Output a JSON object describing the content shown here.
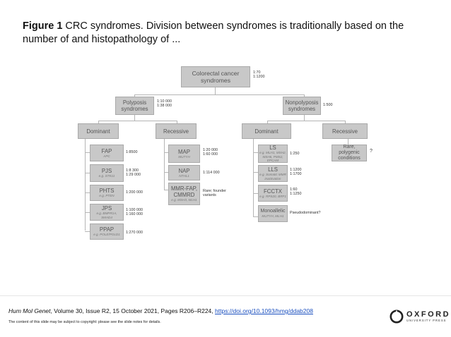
{
  "caption": {
    "label": "Figure 1",
    "text": " CRC syndromes. Division between syndromes is traditionally based on the number of and histopathology of ..."
  },
  "diagram": {
    "root": {
      "label_line1": "Colorectal cancer",
      "label_line2": "syndromes",
      "freq_line1": "1:70",
      "freq_line2": "1:1200"
    },
    "polyposis": {
      "label_line1": "Polyposis",
      "label_line2": "syndromes",
      "freq_line1": "1:10 000",
      "freq_line2": "1:38 000"
    },
    "nonpolyposis": {
      "label_line1": "Nonpolyposis",
      "label_line2": "syndromes",
      "freq_line1": "1:500"
    },
    "poly_dominant": {
      "label": "Dominant"
    },
    "poly_recessive": {
      "label": "Recessive"
    },
    "non_dominant": {
      "label": "Dominant"
    },
    "non_recessive": {
      "label": "Recessive"
    },
    "poly_dominant_items": [
      {
        "name": "FAP",
        "genes": "APC",
        "freq_line1": "1:8500",
        "freq_line2": ""
      },
      {
        "name": "PJS",
        "genes": "e.g. STK11",
        "freq_line1": "1:8 300",
        "freq_line2": "1:29 000"
      },
      {
        "name": "PHTS",
        "genes": "e.g. PTEN",
        "freq_line1": "1:200 000",
        "freq_line2": ""
      },
      {
        "name": "JPS",
        "genes": "e.g. BMPR1A, SMAD4",
        "freq_line1": "1:100 000",
        "freq_line2": "1:160 000"
      },
      {
        "name": "PPAP",
        "genes": "e.g. POLE/POLD1",
        "freq_line1": "1:270 000",
        "freq_line2": ""
      }
    ],
    "poly_recessive_items": [
      {
        "name": "MAP",
        "name2": "",
        "genes": "MUTYH",
        "freq_line1": "1:20 000",
        "freq_line2": "1:60 000"
      },
      {
        "name": "NAP",
        "name2": "",
        "genes": "NTHL1",
        "freq_line1": "1:114 000",
        "freq_line2": ""
      },
      {
        "name": "MMR-FAP,",
        "name2": "CMMRD",
        "genes": "e.g. MSH3, MLH1",
        "freq_line1": "Rare; founder",
        "freq_line2": "variants"
      }
    ],
    "non_dominant_items": [
      {
        "name": "LS",
        "genes": "e.g. MLH1, MSH2,",
        "genes2": "MSH6, PMS2, EPCAM",
        "freq_line1": "1:250",
        "freq_line2": ""
      },
      {
        "name": "LLS",
        "genes": "e.g. Somatic MMR",
        "genes2": "inactivation",
        "freq_line1": "1:1200",
        "freq_line2": "1:1700"
      },
      {
        "name": "FCCTX",
        "genes": "e.g. RPS20, BRF1",
        "genes2": "",
        "freq_line1": "1:60",
        "freq_line2": "1:1250"
      },
      {
        "name": "Monoallelic",
        "genes": "MUTYH, MLH1",
        "genes2": "",
        "freq_line1": "Pseudodominant?",
        "freq_line2": ""
      }
    ],
    "non_recessive_item": {
      "name_line1": "Rare, polygenic",
      "name_line2": "conditions",
      "note": "?"
    }
  },
  "footer": {
    "journal": "Hum Mol Genet",
    "citation": ", Volume 30, Issue R2, 15 October 2021, Pages R206–R224, ",
    "doi": "https://doi.org/10.1093/hmg/ddab208",
    "notice": "The content of this slide may be subject to copyright: please see the slide notes for details."
  },
  "logo": {
    "name": "OXFORD",
    "sub": "UNIVERSITY PRESS"
  }
}
